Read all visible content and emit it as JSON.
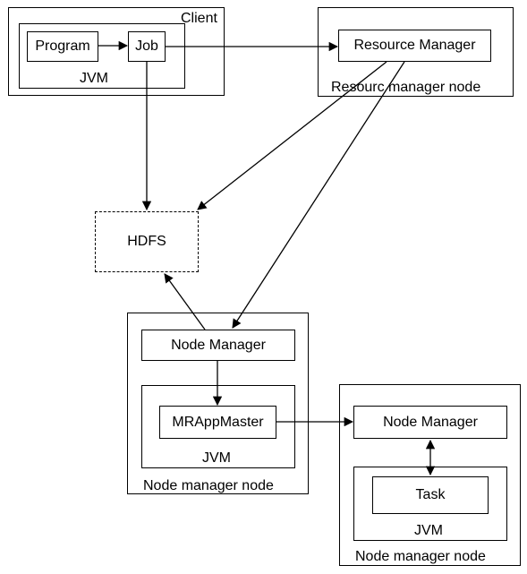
{
  "client": {
    "label": "Client",
    "jvm_label": "JVM",
    "program_label": "Program",
    "job_label": "Job"
  },
  "resource_manager_node": {
    "label": "Resourc manager node",
    "resource_manager_label": "Resource Manager"
  },
  "hdfs": {
    "label": "HDFS"
  },
  "node_manager_node_1": {
    "label": "Node manager node",
    "node_manager_label": "Node Manager",
    "jvm_label": "JVM",
    "app_master_label": "MRAppMaster"
  },
  "node_manager_node_2": {
    "label": "Node manager node",
    "node_manager_label": "Node Manager",
    "jvm_label": "JVM",
    "task_label": "Task"
  }
}
